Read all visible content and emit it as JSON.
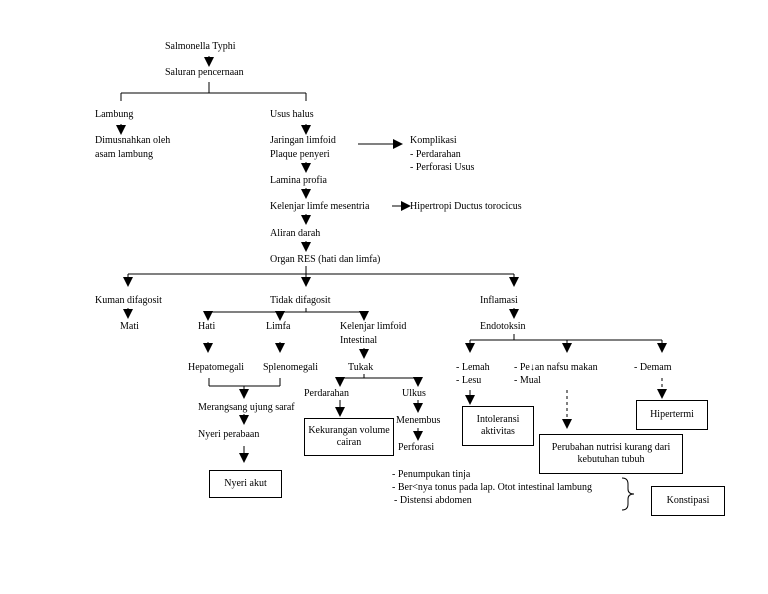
{
  "nodes": {
    "salmonella": "Salmonella Typhi",
    "saluran": "Saluran pencernaan",
    "lambung": "Lambung",
    "dimusnahkan_1": "Dimusnahkan oleh",
    "dimusnahkan_2": "asam lambung",
    "usus_halus": "Usus halus",
    "jaringan_1": "Jaringan limfoid",
    "jaringan_2": "Plaque penyeri",
    "komplikasi_title": "Komplikasi",
    "komplikasi_1": "- Perdarahan",
    "komplikasi_2": "- Perforasi Usus",
    "lamina": "Lamina profia",
    "kelenjar_mesentria": "Kelenjar limfe mesentria",
    "hipertropi": "Hipertropi Ductus torocicus",
    "aliran": "Aliran darah",
    "organ_res": "Organ RES (hati dan limfa)",
    "kuman": "Kuman difagosit",
    "mati": "Mati",
    "tidak_difagosit": "Tidak difagosit",
    "inflamasi": "Inflamasi",
    "hati": "Hati",
    "limfa": "Limfa",
    "kelenjar_intestinal_1": "Kelenjar limfoid",
    "kelenjar_intestinal_2": "Intestinal",
    "endotoksin": "Endotoksin",
    "hepatomegali": "Hepatomegali",
    "splenomegali": "Splenomegali",
    "tukak": "Tukak",
    "lemah": "- Lemah",
    "lesu": "- Lesu",
    "nafsu": "- Pe↓an nafsu makan",
    "mual": "- Mual",
    "demam": "- Demam",
    "perdarahan": "Perdarahan",
    "ulkus": "Ulkus",
    "merangsang": "Merangsang ujung saraf",
    "menembus": "Menembus",
    "nyeri_perabaan": "Nyeri perabaan",
    "perforasi": "Perforasi",
    "penumpukan": "- Penumpukan tinja",
    "tonus": "- Ber<nya tonus pada lap. Otot intestinal lambung",
    "distensi": "- Distensi abdomen"
  },
  "boxes": {
    "kekurangan": "Kekurangan volume cairan",
    "intoleransi": "Intoleransi aktivitas",
    "hipertermi": "Hipertermi",
    "perubahan": "Perubahan nutrisi kurang dari kebutuhan tubuh",
    "nyeri_akut": "Nyeri akut",
    "konstipasi": "Konstipasi"
  }
}
